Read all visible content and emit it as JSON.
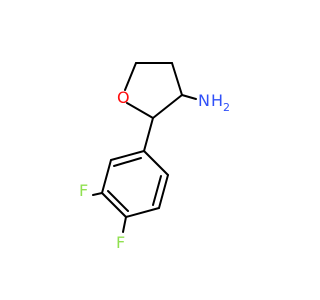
{
  "molecule": {
    "atoms": {
      "oxygen": "O",
      "amine_nitrogen": "N",
      "amine_h": "H",
      "amine_h_count": "2",
      "fluorine_1": "F",
      "fluorine_2": "F"
    },
    "colors": {
      "bond": "#000000",
      "carbon": "#000000",
      "oxygen": "#ff0d0d",
      "nitrogen": "#3050f8",
      "fluorine": "#90e050"
    }
  }
}
